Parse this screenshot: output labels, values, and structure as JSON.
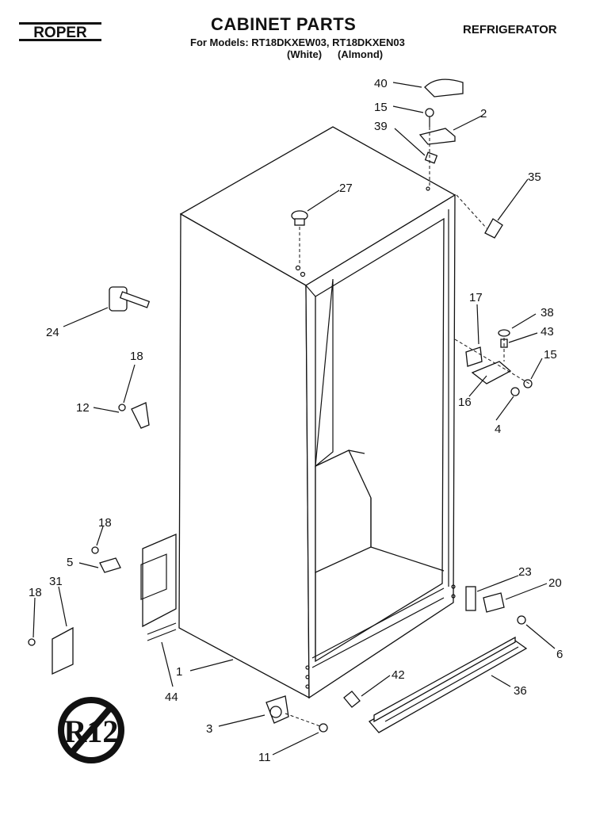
{
  "header": {
    "brand": "ROPER",
    "title": "CABINET PARTS",
    "model_line": "For Models: RT18DKXEW03, RT18DKXEN03",
    "variant_white": "(White)",
    "variant_almond": "(Almond)",
    "category": "REFRIGERATOR"
  },
  "callouts": [
    "40",
    "15",
    "2",
    "39",
    "27",
    "35",
    "24",
    "18",
    "12",
    "17",
    "38",
    "43",
    "15",
    "16",
    "4",
    "18",
    "5",
    "31",
    "18",
    "23",
    "20",
    "6",
    "1",
    "44",
    "42",
    "36",
    "3",
    "11"
  ],
  "refrigerant_badge": "R12"
}
